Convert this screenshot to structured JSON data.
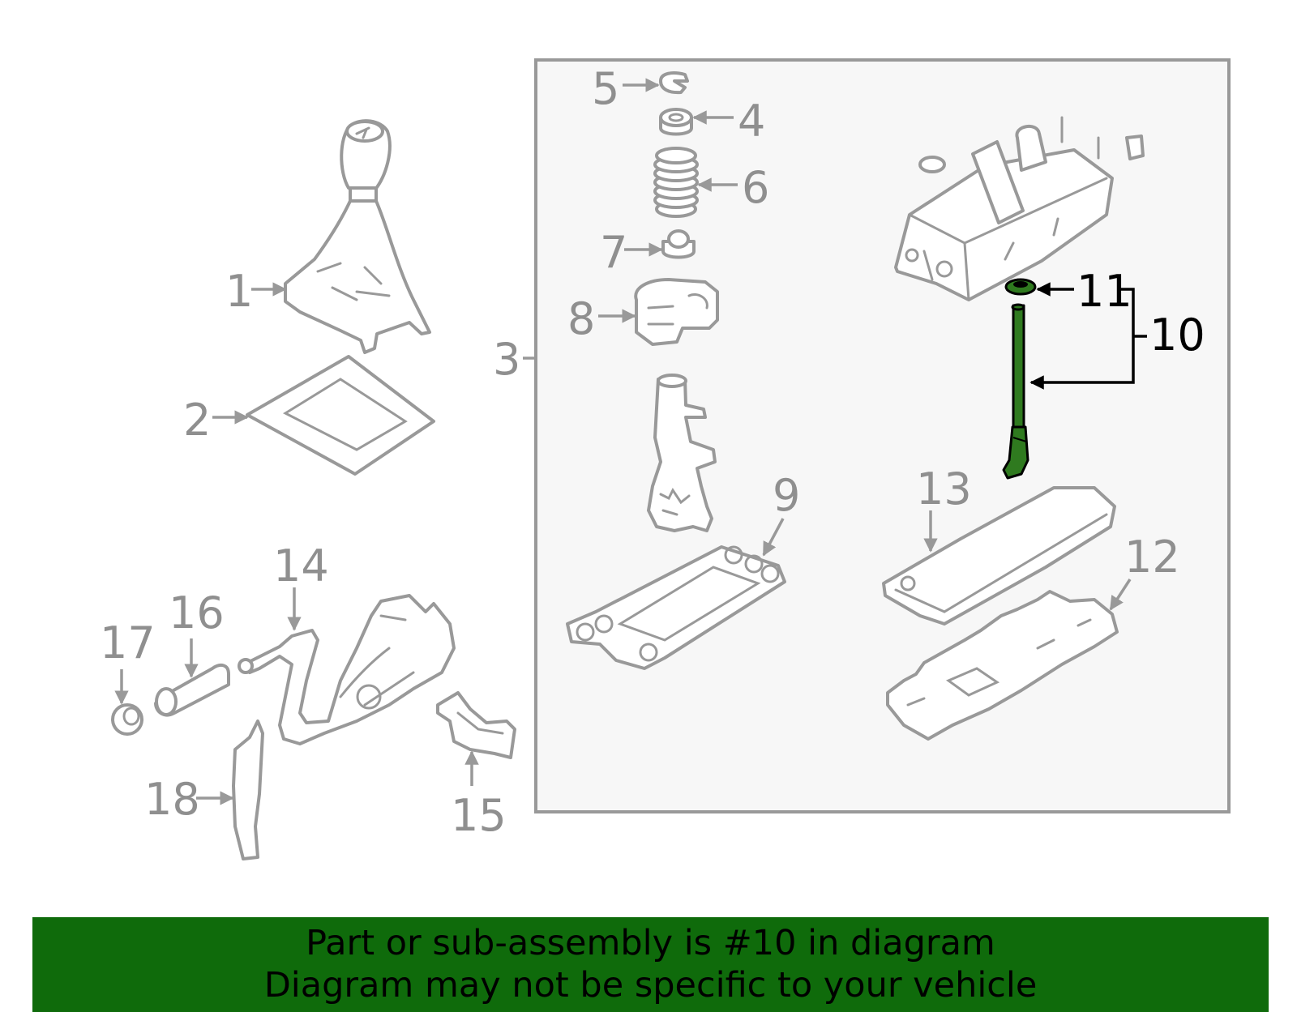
{
  "colors": {
    "highlight": "#2f7a1f",
    "banner": "#0f6b0b",
    "parts": "#999999",
    "panel": "#f7f7f7"
  },
  "callouts": {
    "c1": "1",
    "c2": "2",
    "c3": "3",
    "c4": "4",
    "c5": "5",
    "c6": "6",
    "c7": "7",
    "c8": "8",
    "c9": "9",
    "c10": "10",
    "c11": "11",
    "c12": "12",
    "c13": "13",
    "c14": "14",
    "c15": "15",
    "c16": "16",
    "c17": "17",
    "c18": "18"
  },
  "highlighted_part": "10",
  "banner": {
    "line1": "Part or sub-assembly is #10 in diagram",
    "line2": "Diagram may not be specific to your vehicle"
  }
}
